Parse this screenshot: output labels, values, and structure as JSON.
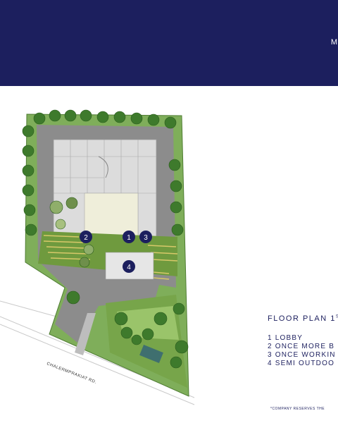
{
  "header": {
    "letter": "M",
    "background": "#1c1f5e"
  },
  "plan": {
    "road_label": "CHALERMPRAKIAT RD.",
    "markers": [
      "1",
      "2",
      "3",
      "4"
    ],
    "marker_color": "#1c1f5e"
  },
  "legend": {
    "title": "FLOOR PLAN 1",
    "title_sup": "ST",
    "items": [
      "1 LOBBY",
      "2 ONCE MORE B",
      "3 ONCE WORKIN",
      "4 SEMI OUTDOO"
    ]
  },
  "footnote": "*COMPANY RESERVES THE"
}
